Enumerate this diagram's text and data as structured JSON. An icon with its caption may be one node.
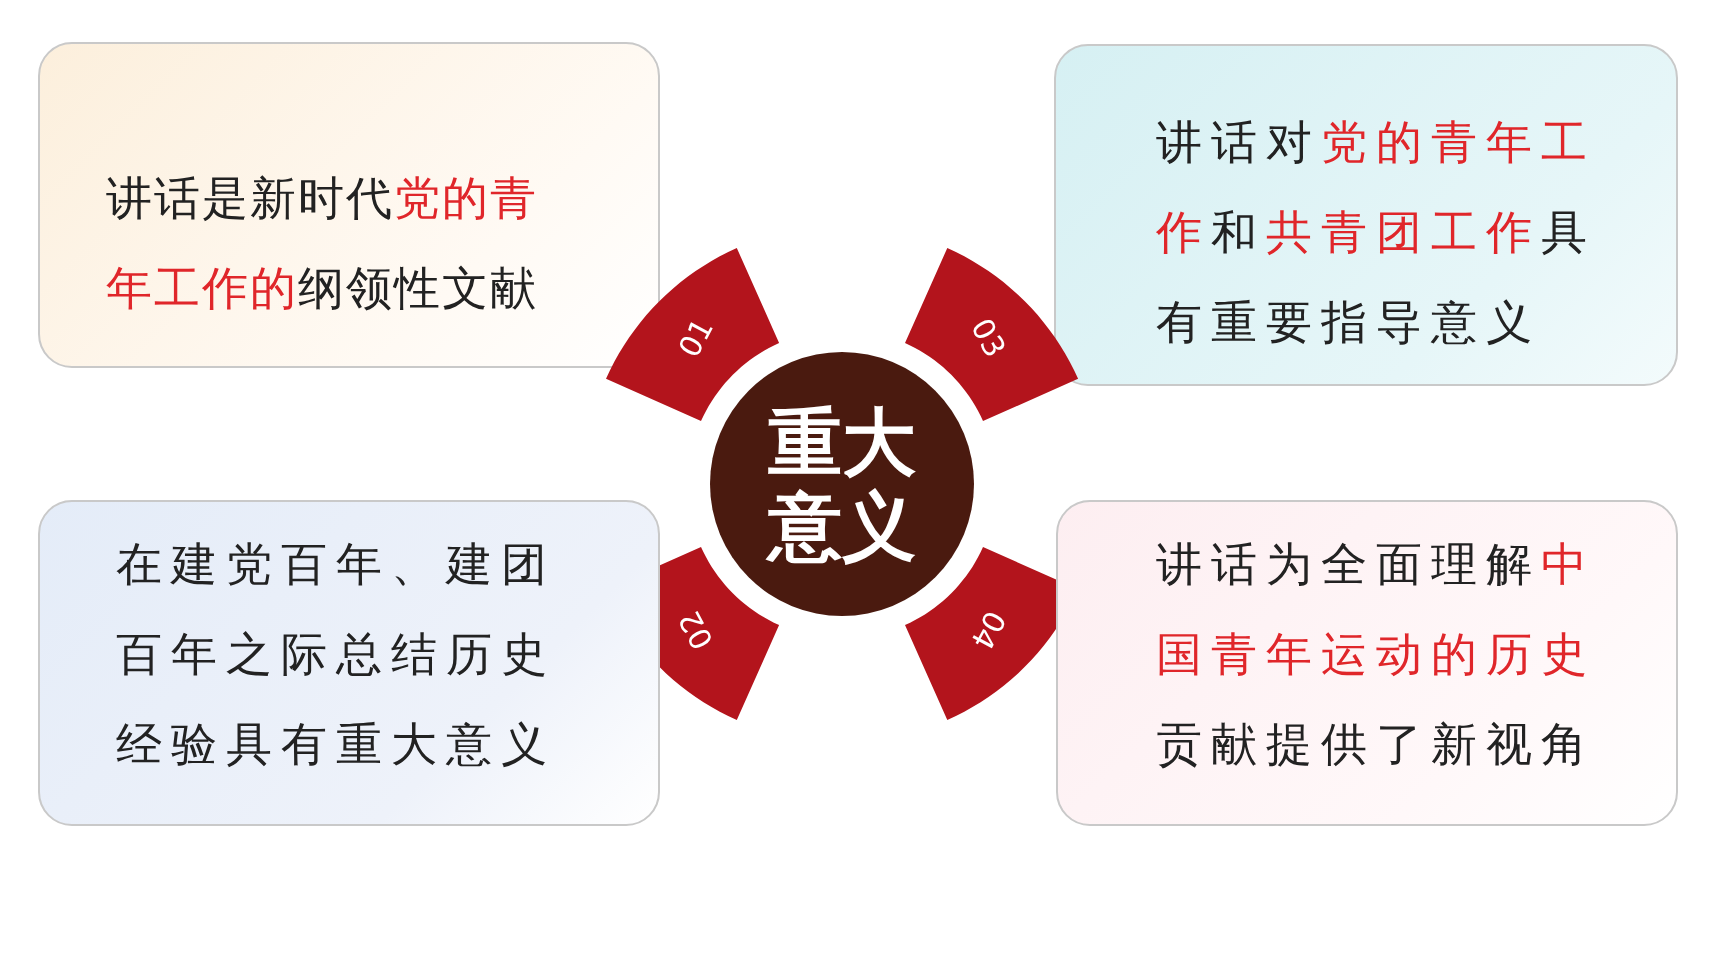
{
  "diagram": {
    "nodes": [
      {
        "text": [
          "讲话是新时代**党的青年工作的**纲领性文献"
        ]
      },
      {
        "text": [
          "讲话对**党的青年工作**和**共青团工作**具有重要指导意义"
        ]
      },
      {
        "text": [
          "01"
        ]
      },
      {
        "text": [
          "03"
        ]
      },
      {
        "text": [
          "重大意义"
        ]
      },
      {
        "text": [
          "02"
        ]
      },
      {
        "text": [
          "04"
        ]
      },
      {
        "text": [
          "在建党百年、建团百年之际总结历史经验具有重大意义"
        ]
      },
      {
        "text": [
          "讲话为全面理解**中国青年运动的历史**贡献提供了新视角"
        ]
      }
    ]
  }
}
